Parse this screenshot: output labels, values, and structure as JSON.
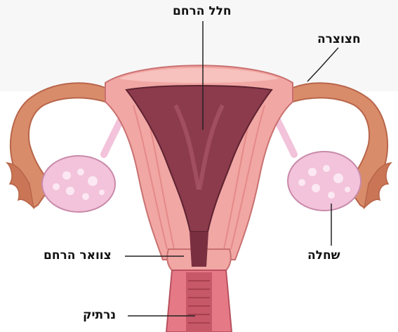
{
  "labels": {
    "uterine_cavity": "חלל הרחם",
    "fallopian_tube": "חצוצרה",
    "cervix": "צוואר הרחם",
    "ovary": "שחלה",
    "vagina": "נרתיק"
  },
  "colors": {
    "tube": "#d98c6a",
    "tube_dark": "#b8654a",
    "wall": "#f1a7a4",
    "wall_stripe": "#e58a89",
    "cavity": "#8c3b4c",
    "cavity_light": "#a85466",
    "ovary": "#f2c3da",
    "ovary_spot": "#fbe8f2",
    "vagina": "#e57a86",
    "leader": "#222222"
  }
}
